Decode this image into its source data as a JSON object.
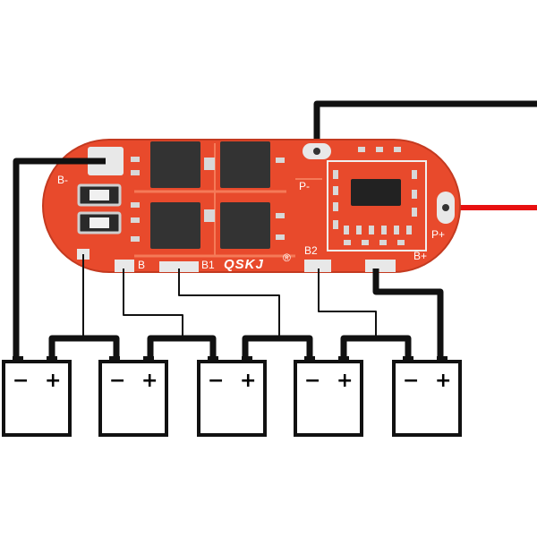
{
  "board": {
    "brand": "QSKJ",
    "registered_mark": "®",
    "labels": {
      "b_minus": "B-",
      "b1": "B1",
      "b2": "B2",
      "b_plus": "B+",
      "p_minus": "P-",
      "p_plus": "P+",
      "b_small": "B"
    }
  },
  "batteries": [
    {
      "minus": "−",
      "plus": "+"
    },
    {
      "minus": "−",
      "plus": "+"
    },
    {
      "minus": "−",
      "plus": "+"
    },
    {
      "minus": "−",
      "plus": "+"
    },
    {
      "minus": "−",
      "plus": "+"
    }
  ],
  "colors": {
    "pcb": "#e84a2c",
    "pcb_trace": "#f26a4a",
    "pad": "#e8e8e8",
    "mosfet": "#333333",
    "chip": "#222222",
    "wire_black": "#111111",
    "wire_red": "#e81010"
  }
}
